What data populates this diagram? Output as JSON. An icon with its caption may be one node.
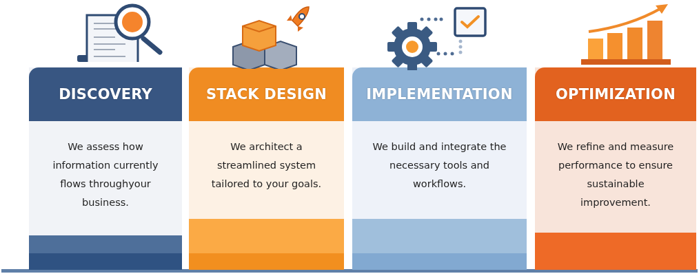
{
  "diagram": {
    "nodes": [
      {
        "text": [
          "DISCOVERY",
          "We assess how information currently flows throughyour business."
        ]
      },
      {
        "text": [
          "STACK DESIGN",
          "We architect a streamlined system tailored to your goals."
        ]
      },
      {
        "text": [
          "IMPLEMENTATION",
          "We build and integrate the necessary tools and workflows."
        ]
      },
      {
        "text": [
          "OPTIMIZATION",
          "We refine and measure performance to ensure sustainable improvement."
        ]
      }
    ]
  }
}
